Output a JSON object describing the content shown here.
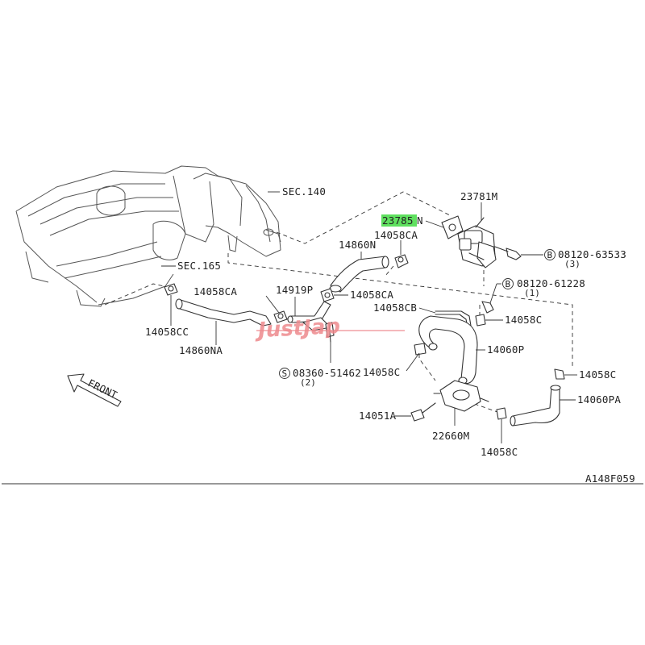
{
  "labels": {
    "sec140": "SEC.140",
    "sec165": "SEC.165",
    "p23781m": "23781M",
    "p23785": "23785",
    "p23785_suffix": "N",
    "p14058ca_top": "14058CA",
    "p14860n": "14860N",
    "p08120_63533": "08120-63533",
    "p08120_63533_qty": "(3)",
    "p08120_61228": "08120-61228",
    "p08120_61228_qty": "(1)",
    "p14919p": "14919P",
    "p14058ca_mid": "14058CA",
    "p14058ca_left": "14058CA",
    "p14058cb": "14058CB",
    "p14058c_a": "14058C",
    "p14058cc": "14058CC",
    "p14860na": "14860NA",
    "p08360_51462": "08360-51462",
    "p08360_51462_qty": "(2)",
    "p14060p": "14060P",
    "p14058c_b": "14058C",
    "p14058c_c": "14058C",
    "p14060pa": "14060PA",
    "p14051a": "14051A",
    "p22660m": "22660M",
    "p14058c_d": "14058C",
    "front": "FRONT",
    "diagram_code": "A148F059",
    "circle_b": "B",
    "circle_s": "S"
  },
  "highlight_color": "#5fe05f",
  "watermark": {
    "text": "JustJap",
    "color": "#ee8a8e"
  }
}
